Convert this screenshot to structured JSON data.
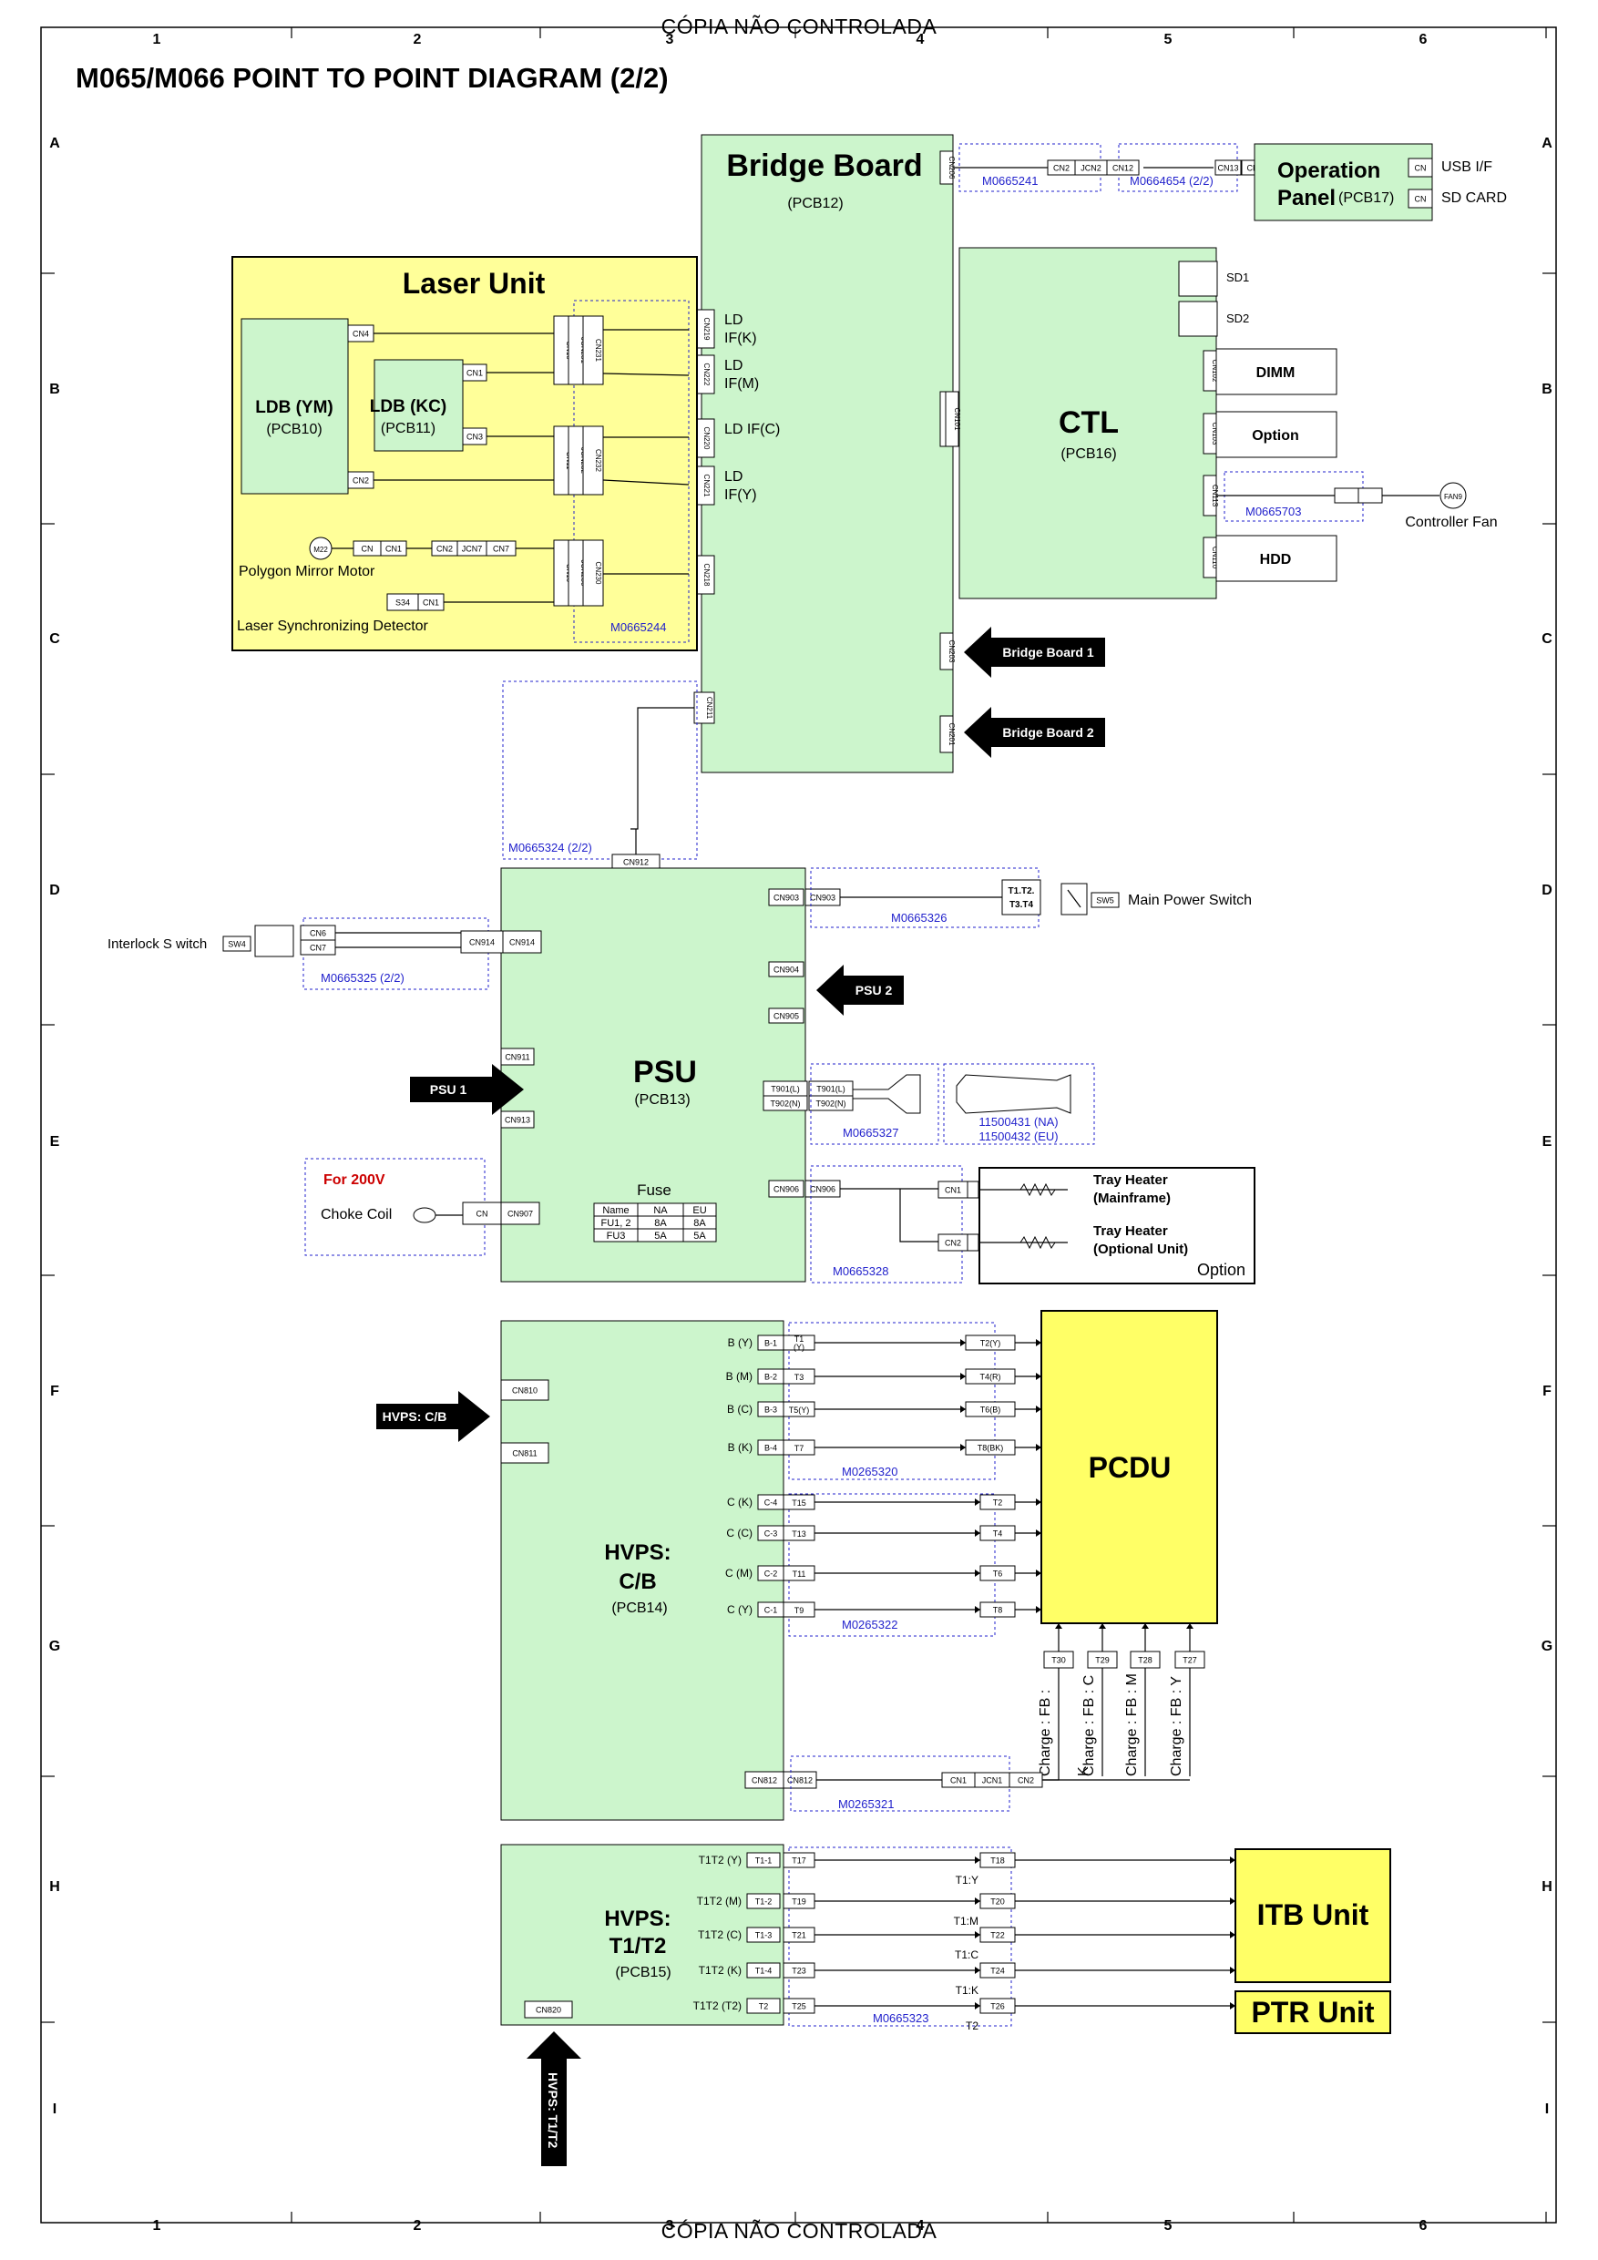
{
  "watermark_top": "CÓPIA NÃO CONTROLADA",
  "watermark_bottom": "CÓPIA NÃO CONTROLADA",
  "title": "M065/M066 POINT TO POINT DIAGRAM (2/2)",
  "grid": {
    "columns": [
      "1",
      "2",
      "3",
      "4",
      "5",
      "6"
    ],
    "rows": [
      "A",
      "B",
      "C",
      "D",
      "E",
      "F",
      "G",
      "H",
      "I"
    ]
  },
  "colors": {
    "board": "#ccf5cc",
    "laser": "#ffff99",
    "pcdu": "#ffff66",
    "harness": "#2222cc",
    "option": "#cc0000"
  },
  "bridge": {
    "title": "Bridge Board",
    "pcb": "(PCB12)",
    "cn_top": "CN206",
    "cn_ctl": "CN204",
    "cn_bb1": "CN203",
    "cn_bb2": "CN201",
    "cn_psu": "CN211"
  },
  "ldif": [
    {
      "cn": "CN219",
      "l1": "LD",
      "l2": "IF(K)"
    },
    {
      "cn": "CN222",
      "l1": "LD",
      "l2": "IF(M)"
    },
    {
      "cn": "CN220",
      "l1": "LD     IF(C)",
      "l2": ""
    },
    {
      "cn": "CN221",
      "l1": "LD",
      "l2": "IF(Y)"
    },
    {
      "cn": "CN218",
      "l1": "",
      "l2": ""
    }
  ],
  "op_panel": {
    "l1": "Operation",
    "l2": "Panel",
    "pcb": "(PCB17)",
    "usb": "USB I/F",
    "sd": "SD CARD",
    "cn": "CN",
    "cn13": "CN13",
    "cn12": "CN12",
    "jcn2": "JCN2",
    "cn2": "CN2"
  },
  "harness": {
    "h241": "M0665241",
    "h4654": "M0664654 (2/2)",
    "h244": "M0665244",
    "h703": "M0665703",
    "h324": "M0665324 (2/2)",
    "h326": "M0665326",
    "h325": "M0665325 (2/2)",
    "h327": "M0665327",
    "h328": "M0665328",
    "h320": "M0265320",
    "h322": "M0265322",
    "h321": "M0265321",
    "h323": "M0665323",
    "cord1": "11500431 (NA)",
    "cord2": "11500432 (EU)"
  },
  "ctl": {
    "title": "CTL",
    "pcb": "(PCB16)",
    "sd1": "SD1",
    "sd2": "SD2",
    "dimm": "DIMM",
    "option": "Option",
    "hdd": "HDD",
    "cn_dimm": "CN102",
    "cn_opt": "CN103",
    "cn_fan": "CN113",
    "cn_hdd": "CN110",
    "cn_bridge": "CN101",
    "fan": "FAN9",
    "fan_label": "Controller Fan"
  },
  "laser": {
    "title": "Laser Unit",
    "ldb1": "LDB (YM)",
    "ldb1_pcb": "(PCB10)",
    "ldb2": "LDB (KC)",
    "ldb2_pcb": "(PCB11)",
    "cn4": "CN4",
    "cn1": "CN1",
    "cn3": "CN3",
    "cn2": "CN2",
    "cn10": "CN10",
    "jcn231": "JCN231",
    "cn231": "CN231",
    "cn11": "CN11",
    "jcn232": "JCN232",
    "cn232": "CN232",
    "jcn230": "JCN230",
    "cn230": "CN230",
    "m22": "M22",
    "cn": "CN",
    "cn1b": "CN1",
    "cn2b": "CN2",
    "jcn7": "JCN7",
    "cn7": "CN7",
    "s34": "S34",
    "motor": "Polygon Mirror Motor",
    "detector": "Laser Synchronizing Detector"
  },
  "arrows": {
    "bb1": "Bridge Board 1",
    "bb2": "Bridge Board 2",
    "psu1": "PSU 1",
    "psu2": "PSU 2",
    "hvps_cb": "HVPS: C/B",
    "hvps_t": "HVPS: T1/T2"
  },
  "psu": {
    "title": "PSU",
    "pcb": "(PCB13)",
    "cn912": "CN912",
    "cn903": "CN903",
    "cn904": "CN904",
    "cn905": "CN905",
    "cn906": "CN906",
    "cn911": "CN911",
    "cn913": "CN913",
    "cn914": "CN914",
    "cn907": "CN907",
    "t901": "T901(L)",
    "t902": "T902(N)",
    "fuse": "Fuse"
  },
  "fuse_table": {
    "headers": [
      "Name",
      "NA",
      "EU"
    ],
    "rows": [
      [
        "FU1, 2",
        "8A",
        "8A"
      ],
      [
        "FU3",
        "5A",
        "5A"
      ]
    ]
  },
  "switch": {
    "t": "T1.T2.",
    "t2": "T3.T4",
    "sw5": "SW5",
    "label": "Main Power Switch"
  },
  "interlock": {
    "label": "Interlock  S witch",
    "sw4": "SW4",
    "cn6": "CN6",
    "cn7": "CN7"
  },
  "choke": {
    "for": "For 200V",
    "label": "Choke Coil",
    "cn": "CN"
  },
  "heater": {
    "cn1": "CN1",
    "cn2": "CN2",
    "h1a": "Tray Heater",
    "h1b": "(Mainframe)",
    "h2a": "Tray Heater",
    "h2b": "(Optional Unit)",
    "option": "Option"
  },
  "hvps_cb": {
    "t1": "HVPS:",
    "t2": "C/B",
    "pcb": "(PCB14)",
    "cn810": "CN810",
    "cn811": "CN811",
    "cn812": "CN812",
    "cn1": "CN1",
    "jcn1": "JCN1",
    "cn2": "CN2"
  },
  "hvps_rows": [
    {
      "label": "B (Y)",
      "pin": "B-1",
      "t": "T1\n(Y)",
      "end": "T2(Y)"
    },
    {
      "label": "B (M)",
      "pin": "B-2",
      "t": "T3",
      "end": "T4(R)"
    },
    {
      "label": "B (C)",
      "pin": "B-3",
      "t": "T5(Y)",
      "end": "T6(B)"
    },
    {
      "label": "B (K)",
      "pin": "B-4",
      "t": "T7",
      "end": "T8(BK)"
    },
    {
      "label": "C (K)",
      "pin": "C-4",
      "t": "T15",
      "end": "T2"
    },
    {
      "label": "C (C)",
      "pin": "C-3",
      "t": "T13",
      "end": "T4"
    },
    {
      "label": "C (M)",
      "pin": "C-2",
      "t": "T11",
      "end": "T6"
    },
    {
      "label": "C (Y)",
      "pin": "C-1",
      "t": "T9",
      "end": "T8"
    }
  ],
  "pcdu": {
    "title": "PCDU",
    "terms": [
      "T30",
      "T29",
      "T28",
      "T27"
    ],
    "fb": [
      "Charge : FB : ",
      "Charge : FB : C",
      "Charge : FB : M",
      "Charge : FB : Y"
    ],
    "fbk": "K"
  },
  "hvps_t": {
    "t1": "HVPS:",
    "t2": "T1/T2",
    "pcb": "(PCB15)",
    "cn820": "CN820"
  },
  "t_rows": [
    {
      "label": "T1T2 (Y)",
      "pin": "T1-1",
      "t": "T17",
      "end": "T18",
      "out": "T1:Y"
    },
    {
      "label": "T1T2 (M)",
      "pin": "T1-2",
      "t": "T19",
      "end": "T20",
      "out": "T1:M"
    },
    {
      "label": "T1T2 (C)",
      "pin": "T1-3",
      "t": "T21",
      "end": "T22",
      "out": "T1:C"
    },
    {
      "label": "T1T2 (K)",
      "pin": "T1-4",
      "t": "T23",
      "end": "T24",
      "out": "T1:K"
    },
    {
      "label": "T1T2 (T2)",
      "pin": "T2",
      "t": "T25",
      "end": "T26",
      "out": "T2"
    }
  ],
  "itb": "ITB Unit",
  "ptr": "PTR Unit"
}
